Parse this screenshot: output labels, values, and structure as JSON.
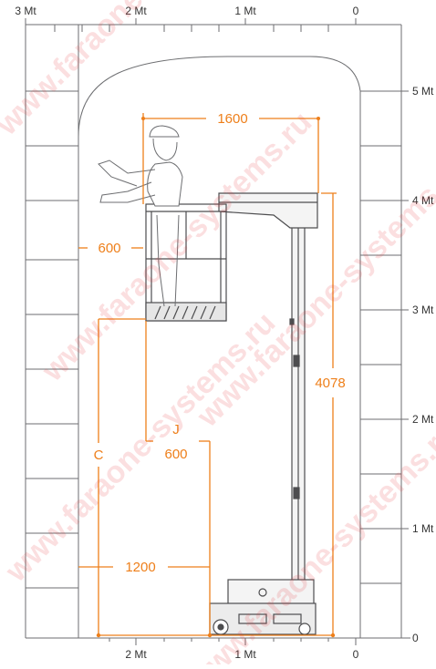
{
  "scale": {
    "top_labels": [
      "3 Mt",
      "2 Mt",
      "1 Mt",
      "0"
    ],
    "bottom_labels": [
      "2 Mt",
      "1 Mt",
      "0"
    ],
    "right_labels": [
      "5 Mt",
      "4 Mt",
      "3 Mt",
      "2 Mt",
      "1 Mt",
      "0"
    ]
  },
  "dimensions": {
    "platform_width": "1600",
    "platform_depth": "600",
    "max_height": "4078",
    "letter_c": "C",
    "letter_j": "J",
    "j_value": "600",
    "base_width": "1200"
  },
  "watermark": {
    "text": "www.faraone-systems.ru"
  },
  "colors": {
    "accent": "#ee7f1a",
    "grid": "#6d6e71",
    "machine": "#4d4d4f",
    "watermark": "#e9393f"
  }
}
